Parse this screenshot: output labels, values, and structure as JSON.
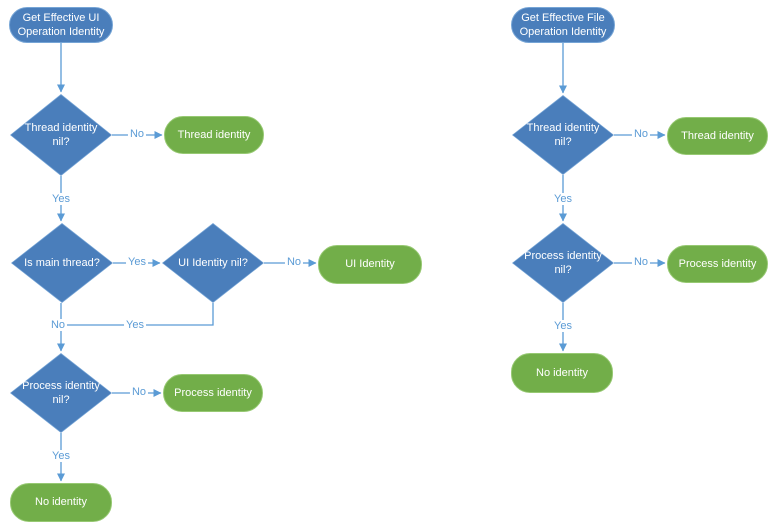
{
  "colors": {
    "process_fill": "#4a7ebb",
    "process_border": "#76a5d6",
    "terminal_fill": "#72ae49",
    "terminal_border": "#97c973",
    "connector": "#5b9bd5",
    "edge_label_text": "#5b9bd5",
    "node_text": "#ffffff",
    "background": "#ffffff"
  },
  "ui_flow": {
    "nodes": {
      "start": "Get Effective UI Operation Identity",
      "thread_check": "Thread identity nil?",
      "thread_result": "Thread identity",
      "main_thread_check": "Is main thread?",
      "ui_check": "UI Identity nil?",
      "ui_result": "UI Identity",
      "process_check": "Process identity nil?",
      "process_result": "Process identity",
      "no_identity": "No identity"
    },
    "edge_labels": {
      "thread_no": "No",
      "thread_yes": "Yes",
      "main_yes": "Yes",
      "ui_no": "No",
      "main_no": "No",
      "ui_yes": "Yes",
      "process_no": "No",
      "process_yes": "Yes"
    }
  },
  "file_flow": {
    "nodes": {
      "start": "Get Effective File Operation Identity",
      "thread_check": "Thread identity nil?",
      "thread_result": "Thread identity",
      "process_check": "Process identity nil?",
      "process_result": "Process identity",
      "no_identity": "No identity"
    },
    "edge_labels": {
      "thread_no": "No",
      "thread_yes": "Yes",
      "process_no": "No",
      "process_yes": "Yes"
    }
  }
}
